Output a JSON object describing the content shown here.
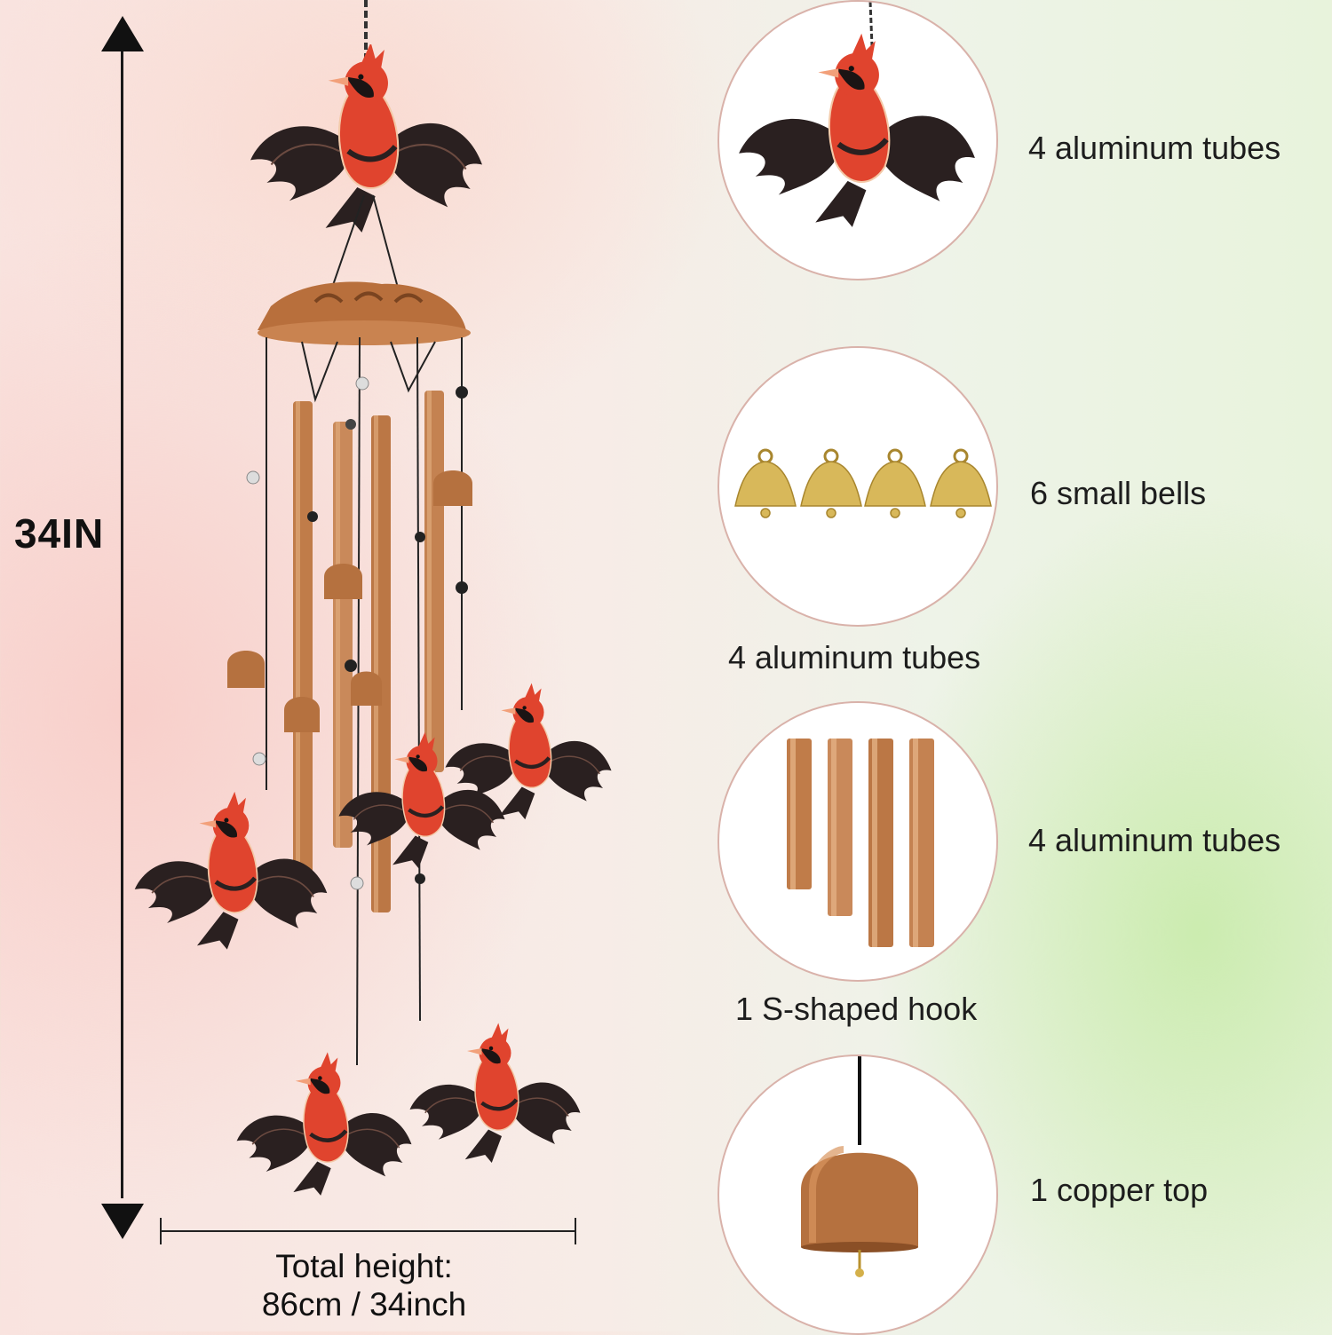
{
  "dimensions": {
    "height_label": "34IN",
    "total_height_line1": "Total height:",
    "total_height_line2": "86cm / 34inch"
  },
  "features": [
    "4 aluminum tubes",
    "6 small bells",
    "4 aluminum tubes",
    "4 aluminum tubes",
    "1 S-shaped hook",
    "1 copper top"
  ],
  "colors": {
    "cardinal_red": "#e0442e",
    "wing_black": "#2a2020",
    "copper": "#b5713f",
    "brass": "#d8b85a"
  }
}
